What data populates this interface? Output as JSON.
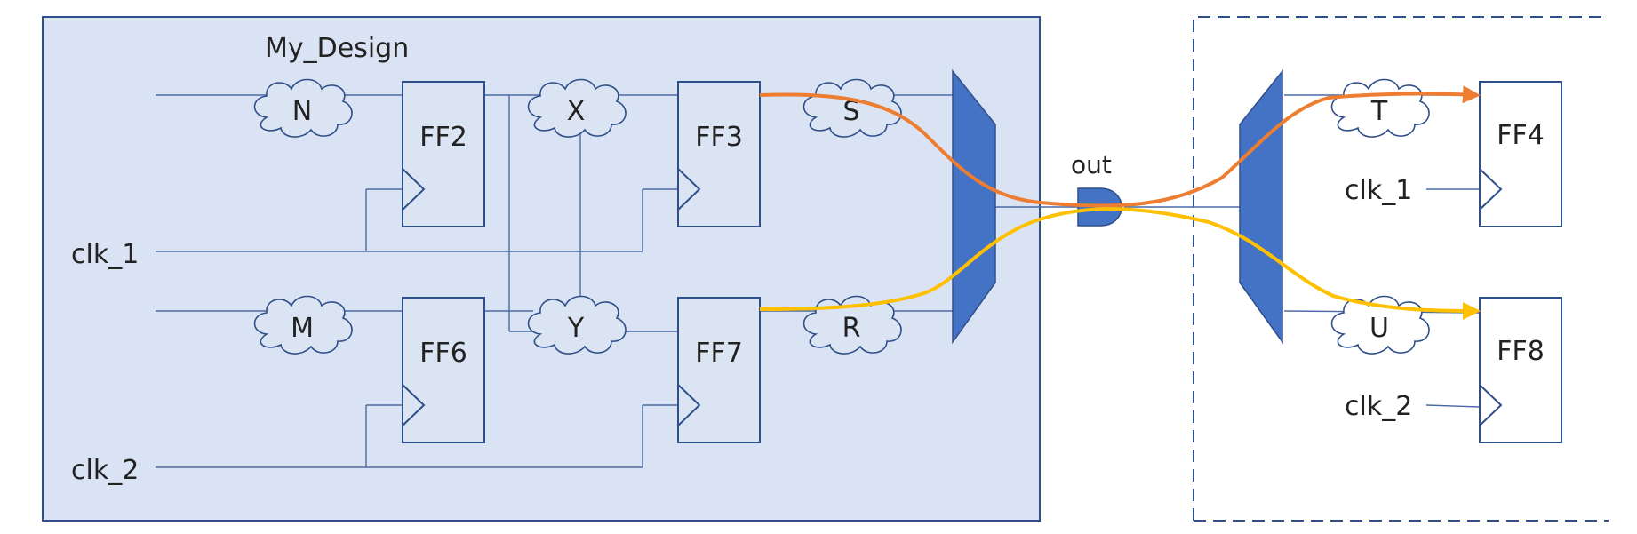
{
  "design": {
    "title": "My_Design"
  },
  "inputs": {
    "clk1": "clk_1",
    "clk2": "clk_2"
  },
  "flops": {
    "ff2": "FF2",
    "ff3": "FF3",
    "ff6": "FF6",
    "ff7": "FF7",
    "ff4": "FF4",
    "ff8": "FF8"
  },
  "clouds": {
    "n": "N",
    "m": "M",
    "x": "X",
    "y": "Y",
    "s": "S",
    "r": "R",
    "t": "T",
    "u": "U"
  },
  "output": {
    "port": "out"
  },
  "external": {
    "clk1": "clk_1",
    "clk2": "clk_2"
  },
  "colors": {
    "design_fill": "#dae3f3",
    "design_border": "#2f4f8a",
    "mux": "#4472c4",
    "path_orange": "#ed7d31",
    "path_yellow": "#ffc000"
  }
}
